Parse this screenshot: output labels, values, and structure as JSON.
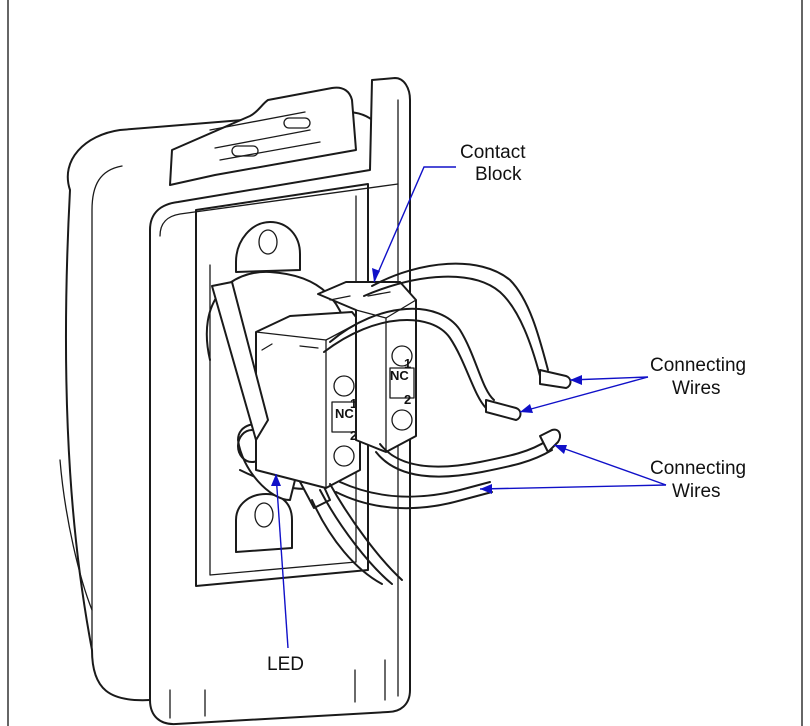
{
  "labels": {
    "contact_block_line1": "Contact",
    "contact_block_line2": "Block",
    "wires_upper_line1": "Connecting",
    "wires_upper_line2": "Wires",
    "wires_lower_line1": "Connecting",
    "wires_lower_line2": "Wires",
    "led": "LED",
    "contact_marking_nc": "NC",
    "contact_marking_1": "1",
    "contact_marking_2": "2"
  },
  "colors": {
    "leader": "#1010c8",
    "ink": "#1a1a1a",
    "background": "#ffffff"
  }
}
